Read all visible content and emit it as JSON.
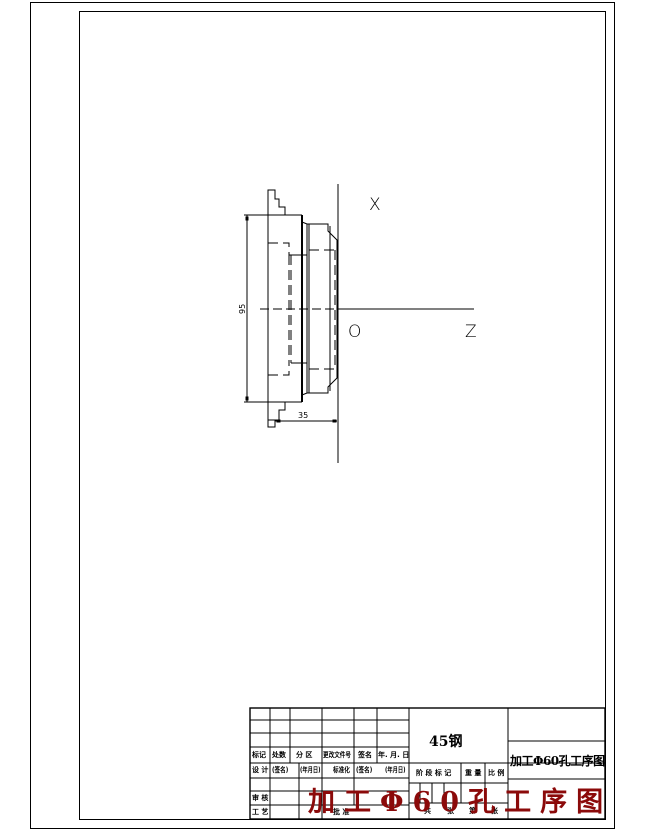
{
  "drawing": {
    "title": "加工Φ60孔工序图",
    "watermark": "加工Φ60孔工序图",
    "material": "45钢",
    "axes": {
      "x_label": "X",
      "z_label": "Z",
      "origin_label": "O"
    },
    "dimensions": {
      "diameter": "95",
      "length": "35"
    },
    "colors": {
      "line": "#000000",
      "watermark": "#8b0a0a",
      "background": "#ffffff"
    }
  },
  "title_block": {
    "header_row": [
      "标记",
      "处数",
      "分 区",
      "更改文件号",
      "签名",
      "年. 月. 日"
    ],
    "row_design": [
      "设 计",
      "(签名)",
      "(年月日)",
      "标准化",
      "(签名)",
      "(年月日)"
    ],
    "stage_headers": [
      "阶 段 标 记",
      "重 量",
      "比 例"
    ],
    "row_review": "审 核",
    "row_process": "工 艺",
    "approve": "批 准",
    "sheet_info": [
      "共",
      "张",
      "第",
      "张"
    ]
  }
}
